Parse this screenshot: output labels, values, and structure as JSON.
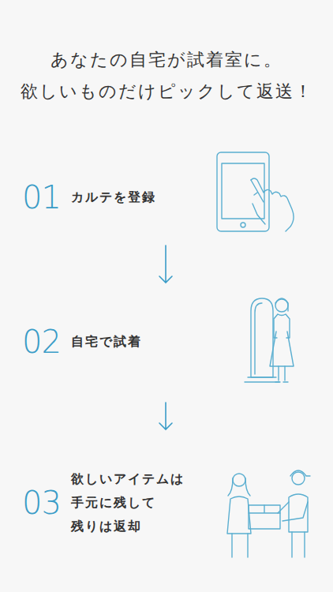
{
  "diagram": {
    "title": "あなたの自宅が試着室に。 欲しいものだけピックして返送！",
    "nodes": [
      {
        "text": [
          "01",
          "カルテを登録"
        ]
      },
      {
        "text": [
          "02",
          "自宅で試着"
        ]
      },
      {
        "text": [
          "03",
          "欲しいアイテムは 手元に残して 残りは返却"
        ]
      }
    ],
    "edges": [
      {
        "from": 0,
        "to": 1,
        "arrow": "to"
      },
      {
        "from": 1,
        "to": 2,
        "arrow": "to"
      }
    ]
  }
}
